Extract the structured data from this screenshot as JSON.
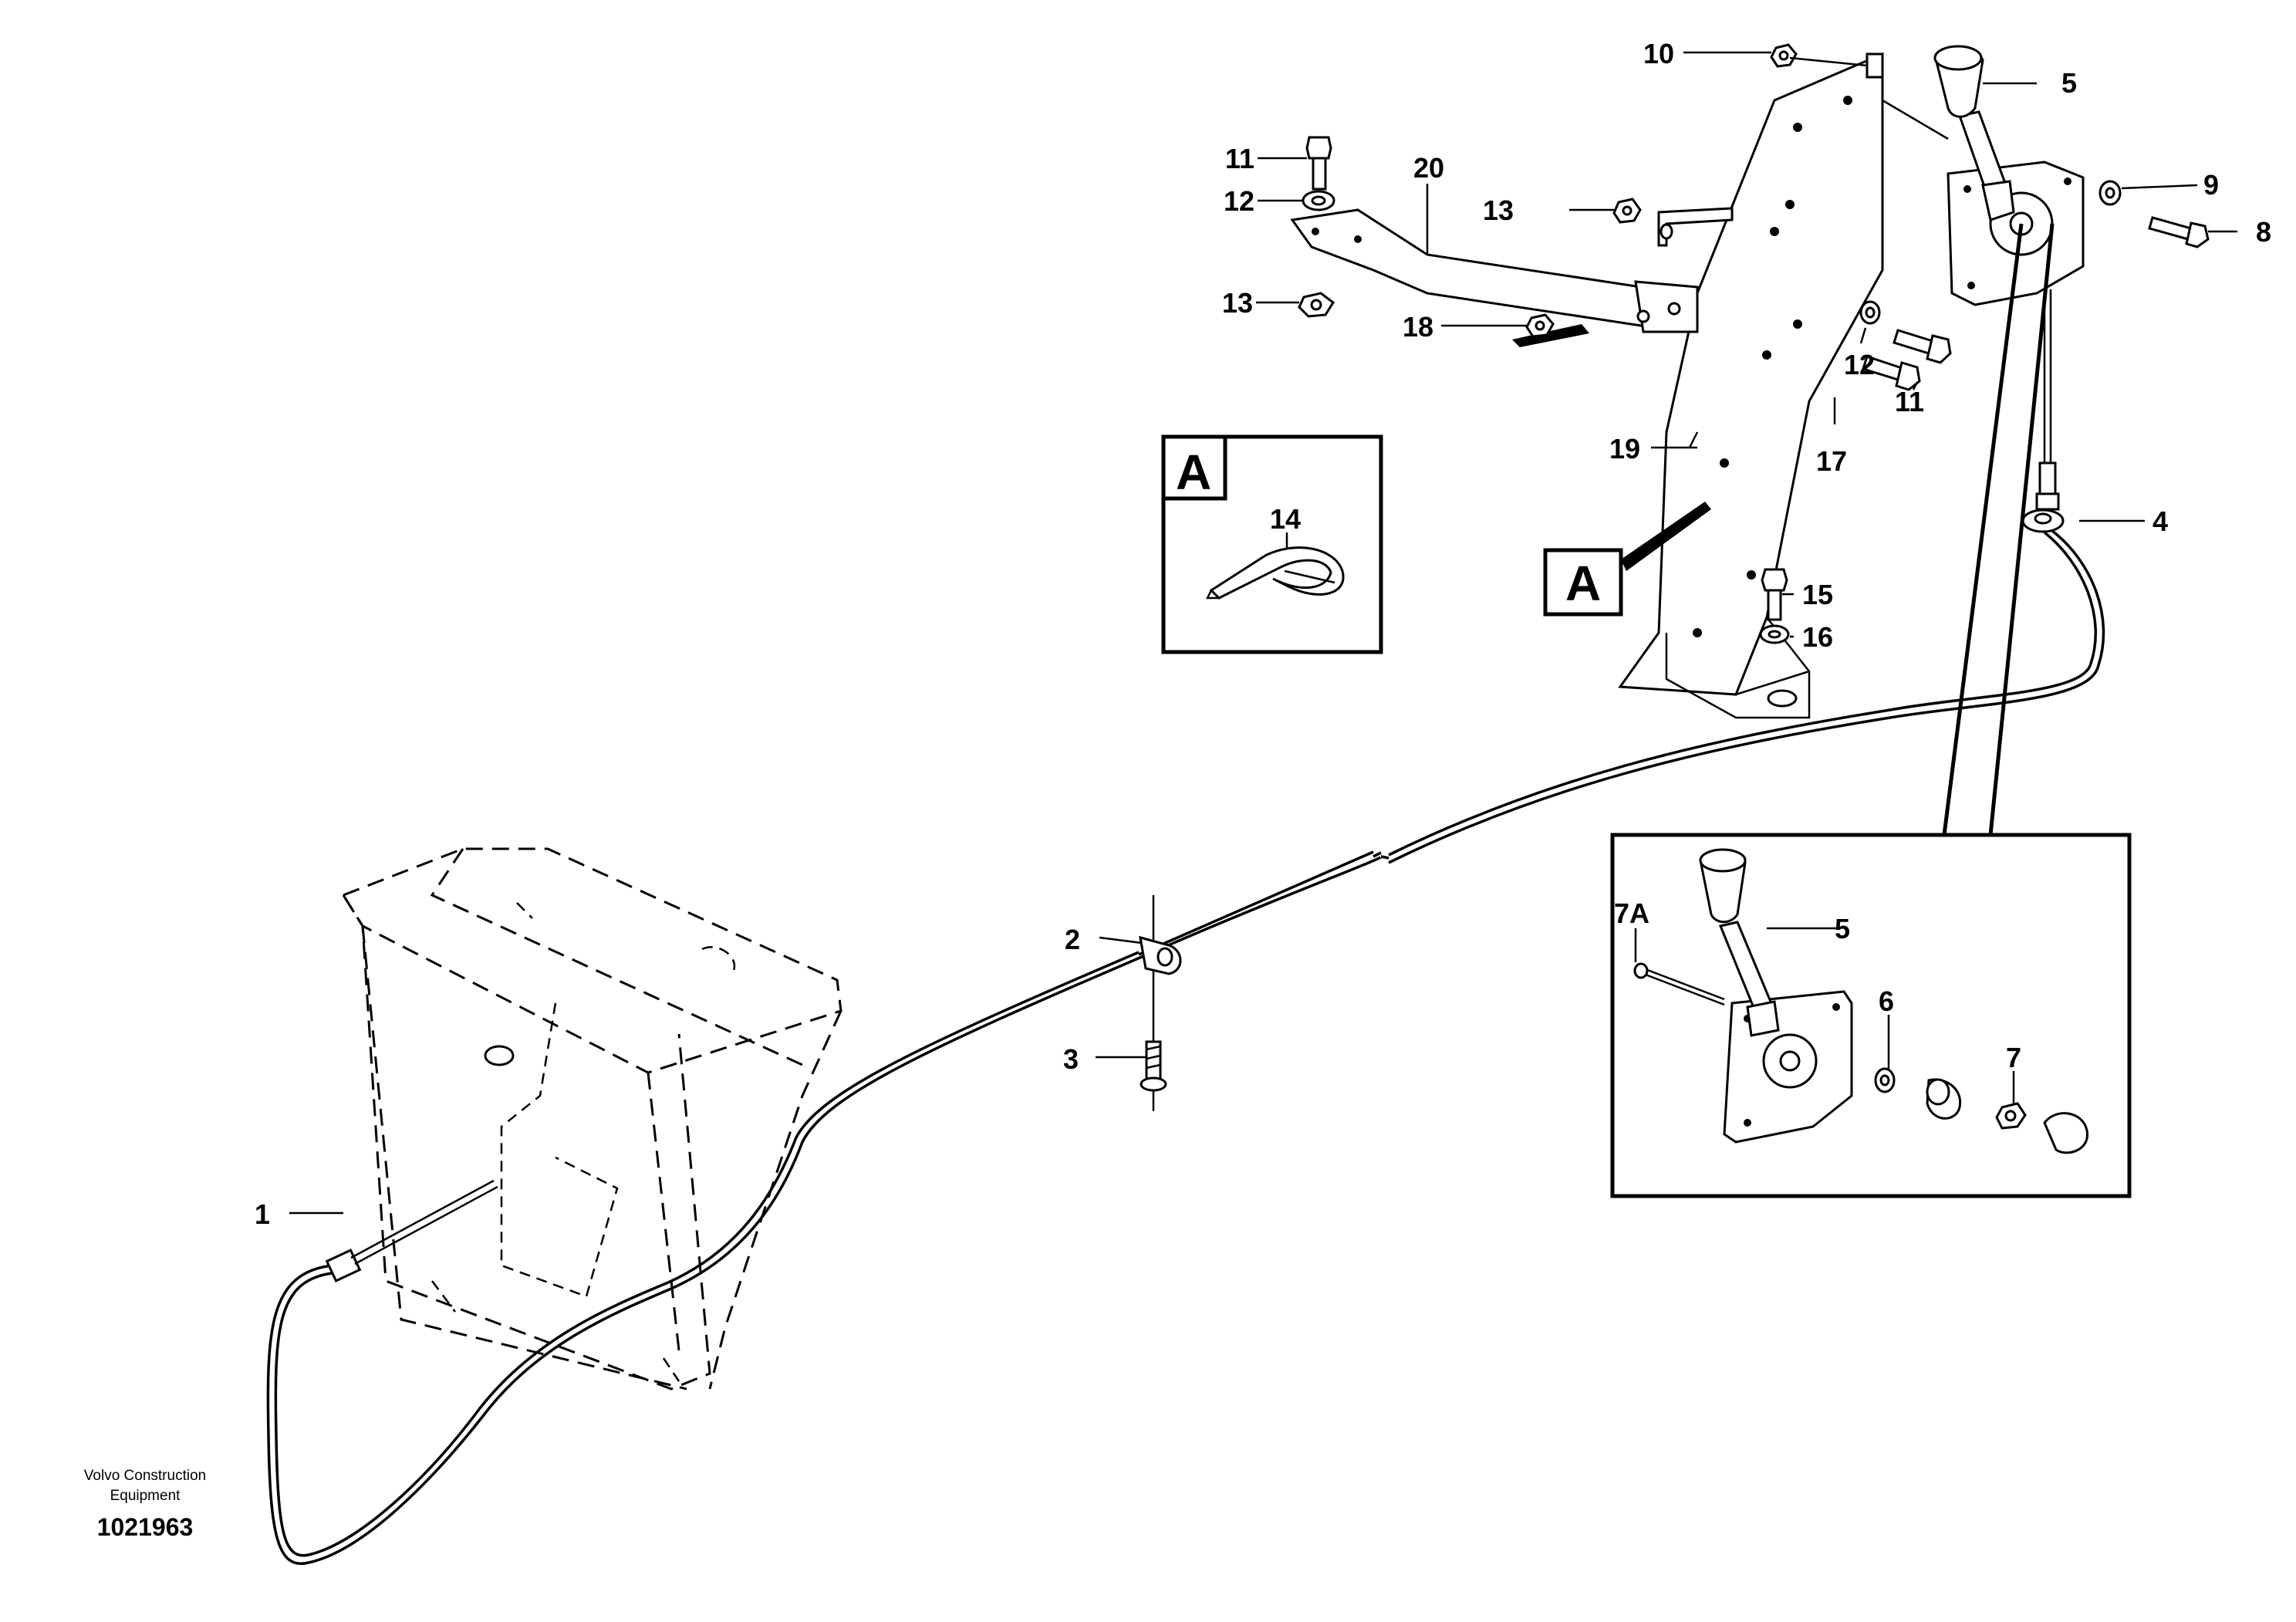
{
  "labels": {
    "p1": "1",
    "p2": "2",
    "p3": "3",
    "p4": "4",
    "p5": "5",
    "p5b": "5",
    "p6": "6",
    "p7": "7",
    "p7a": "7A",
    "p8": "8",
    "p9": "9",
    "p10": "10",
    "p11a": "11",
    "p11b": "11",
    "p12a": "12",
    "p12b": "12",
    "p13a": "13",
    "p13b": "13",
    "p14": "14",
    "p15": "15",
    "p16": "16",
    "p17": "17",
    "p18": "18",
    "p19": "19",
    "p20": "20"
  },
  "detail": {
    "letter": "A",
    "callout_letter": "A"
  },
  "footer": {
    "company_line1": "Volvo Construction",
    "company_line2": "Equipment",
    "drawing_number": "1021963"
  }
}
